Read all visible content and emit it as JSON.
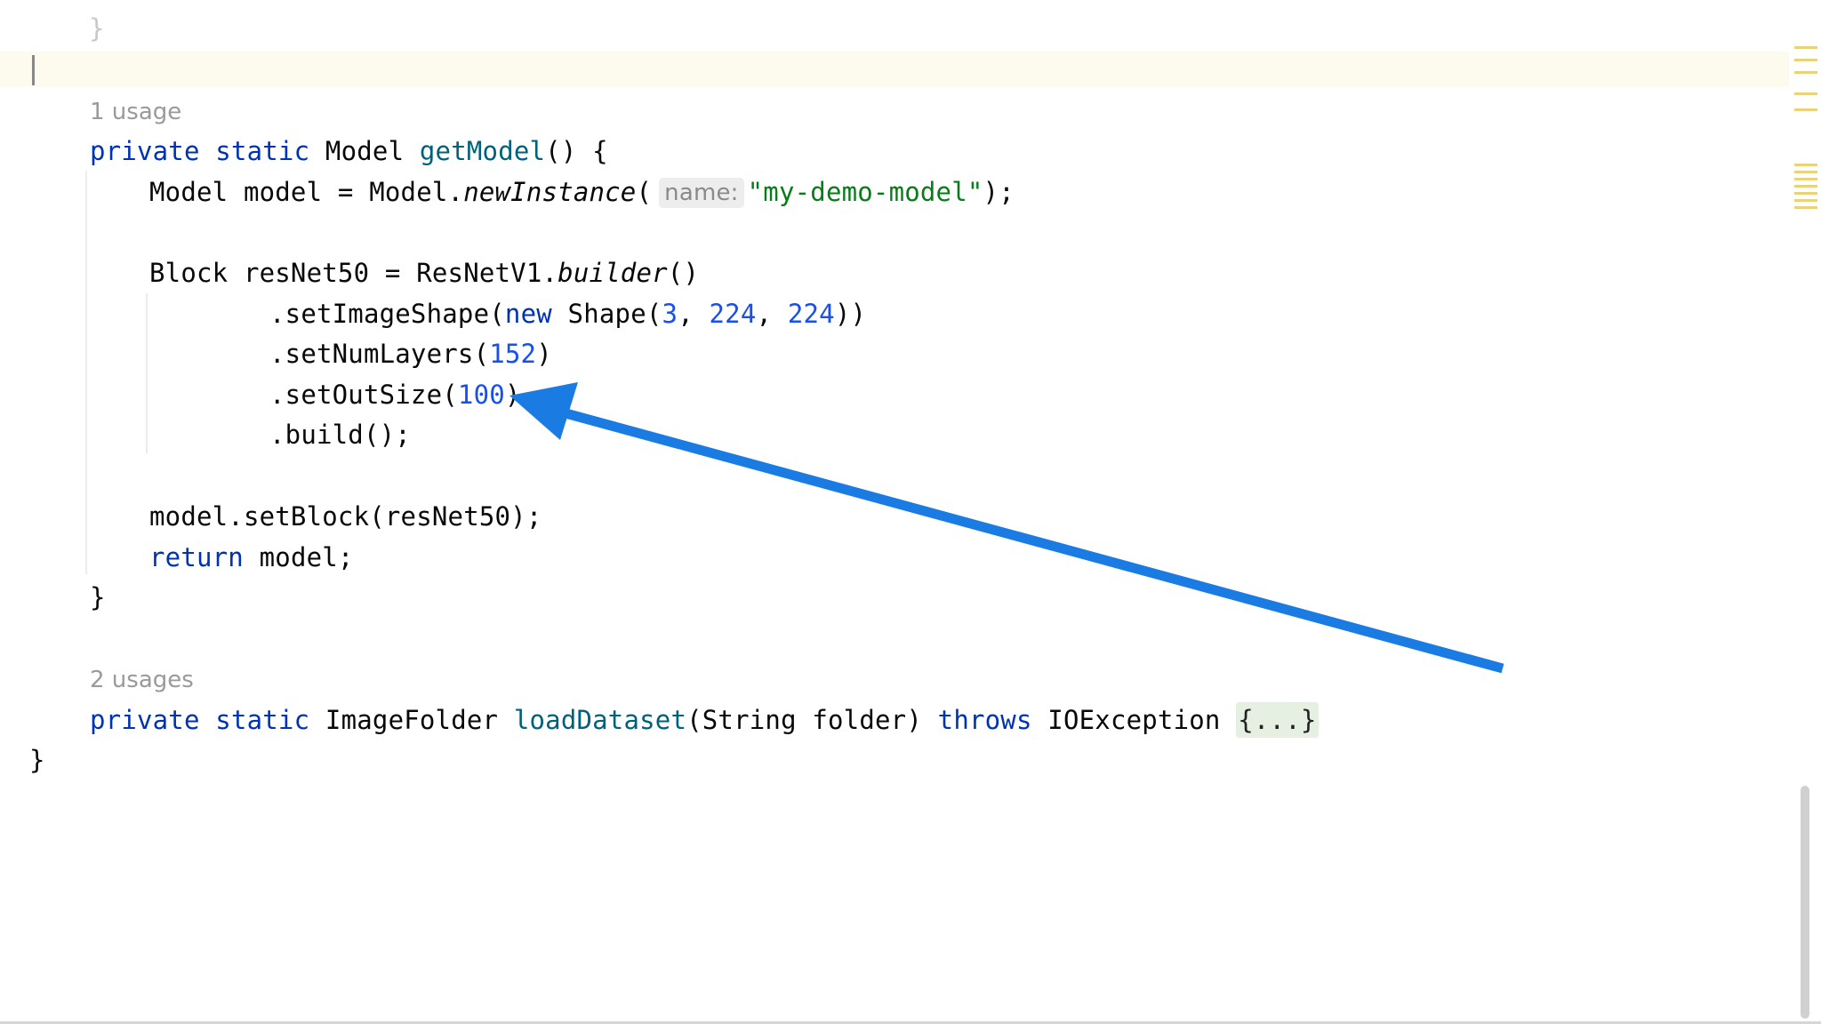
{
  "editor": {
    "prev_block_close": "}",
    "usage_1": "1 usage",
    "usage_2": "2 usages",
    "method_getmodel": {
      "kw_private": "private",
      "kw_static": "static",
      "return_type": " Model ",
      "name": "getModel",
      "rest": "() {"
    },
    "line_model": {
      "p1": "Model model = Model.",
      "call": "newInstance",
      "p2": "(",
      "hint": "name:",
      "str": "\"my-demo-model\"",
      "p3": ");"
    },
    "line_block": {
      "p1": "Block resNet50 = ResNetV1.",
      "call": "builder",
      "p2": "()"
    },
    "line_shape": {
      "p1": ".setImageShape(",
      "kw": "new",
      "p2": " Shape(",
      "n1": "3",
      "c1": ", ",
      "n2": "224",
      "c2": ", ",
      "n3": "224",
      "p3": "))"
    },
    "line_layers": {
      "p1": ".setNumLayers(",
      "n": "152",
      "p2": ")"
    },
    "line_outsize": {
      "p1": ".setOutSize(",
      "n": "100",
      "p2": ")"
    },
    "line_build": ".build();",
    "line_setblock": "model.setBlock(resNet50);",
    "line_return": {
      "kw": "return",
      "rest": " model;"
    },
    "method_close": "}",
    "method_loaddataset": {
      "kw_private": "private",
      "kw_static": "static",
      "p1": " ImageFolder ",
      "name": "loadDataset",
      "p2": "(String folder) ",
      "kw_throws": "throws",
      "p3": " IOException ",
      "folded": "{...}"
    },
    "class_close": "}"
  },
  "annotation": {
    "arrow_color": "#1a7be3",
    "target": "setOutSize-value"
  },
  "colors": {
    "keyword": "#0033b3",
    "function": "#00627a",
    "number": "#1750eb",
    "string": "#067d17",
    "text": "#080808",
    "current_line": "#fdfbee"
  }
}
